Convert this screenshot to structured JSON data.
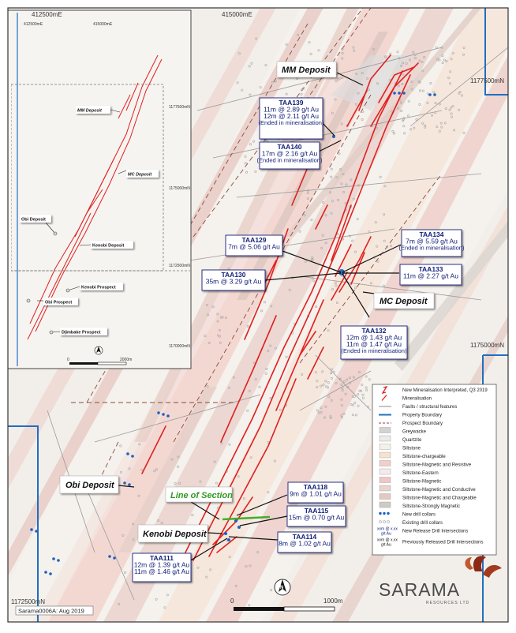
{
  "coords": {
    "top": [
      "412500mE",
      "415000mE"
    ],
    "right": [
      "1177500mN",
      "1175000mN"
    ],
    "left_bottom": "1172500mN",
    "inset_top": [
      "412500mE",
      "415000mE"
    ],
    "inset_right": [
      "1177500mN",
      "1175000mN",
      "1172500mN",
      "1170000mN"
    ]
  },
  "deposits": {
    "mm": "MM Deposit",
    "mc": "MC Deposit",
    "obi": "Obi Deposit",
    "kenobi": "Kenobi Deposit"
  },
  "line_of_section": "Line of Section",
  "inset_labels": {
    "mm": "MM Deposit",
    "mc": "MC Deposit",
    "obi": "Obi Deposit",
    "kenobi": "Kenobi Deposit",
    "kenobi_prospect": "Kenobi Prospect",
    "obi_prospect": "Obi Prospect",
    "djimbake": "Djimbake Prospect"
  },
  "inset_scale": {
    "zero": "0",
    "max": "2000m"
  },
  "main_scale": {
    "zero": "0",
    "max": "1000m"
  },
  "drill_holes": [
    {
      "id": "TAA139",
      "lines": [
        "11m @ 2.89 g/t Au",
        "12m @ 2.11 g/t Au"
      ],
      "note": "(Ended in mineralisation)"
    },
    {
      "id": "TAA140",
      "lines": [
        "17m @ 2.16 g/t Au"
      ],
      "note": "(Ended in mineralisation)"
    },
    {
      "id": "TAA129",
      "lines": [
        "7m @ 5.06 g/t Au"
      ],
      "note": ""
    },
    {
      "id": "TAA134",
      "lines": [
        "7m @ 5.59 g/t Au"
      ],
      "note": "(Ended in mineralisation)"
    },
    {
      "id": "TAA130",
      "lines": [
        "35m @ 3.29 g/t Au"
      ],
      "note": ""
    },
    {
      "id": "TAA133",
      "lines": [
        "11m @ 2.27 g/t Au"
      ],
      "note": ""
    },
    {
      "id": "TAA132",
      "lines": [
        "12m @ 1.43 g/t Au",
        "11m @ 1.47 g/t Au"
      ],
      "note": "(Ended in mineralisation)"
    },
    {
      "id": "TAA118",
      "lines": [
        "9m @ 1.01 g/t Au"
      ],
      "note": ""
    },
    {
      "id": "TAA115",
      "lines": [
        "15m @ 0.70 g/t Au"
      ],
      "note": ""
    },
    {
      "id": "TAA114",
      "lines": [
        "8m @ 1.02 g/t Au"
      ],
      "note": ""
    },
    {
      "id": "TAA111",
      "lines": [
        "12m @ 1.39 g/t Au",
        "11m @ 1.46 g/t Au"
      ],
      "note": ""
    }
  ],
  "legend": {
    "items": [
      {
        "label": "New Mineralisation Interpreted, Q3 2019",
        "symbol": "new-mineralisation",
        "color": "#e02020"
      },
      {
        "label": "Mineralisation",
        "symbol": "mineralisation",
        "color": "#e02020"
      },
      {
        "label": "Faults / structural features",
        "symbol": "line",
        "color": "#8a8a8a"
      },
      {
        "label": "Property Boundary",
        "symbol": "line",
        "color": "#1f6fc0"
      },
      {
        "label": "Prospect Boundary",
        "symbol": "dashed",
        "color": "#8b4a3a"
      },
      {
        "label": "Greywacke",
        "symbol": "swatch",
        "color": "#d2d2d2"
      },
      {
        "label": "Quartzite",
        "symbol": "swatch",
        "color": "#ebebeb"
      },
      {
        "label": "Siltstone",
        "symbol": "swatch",
        "color": "#f5f0ea"
      },
      {
        "label": "Siltstone-chargeable",
        "symbol": "swatch",
        "color": "#f6e2cf"
      },
      {
        "label": "Siltstone-Magnetic and Resistive",
        "symbol": "swatch",
        "color": "#f2cfc8"
      },
      {
        "label": "Siltstone-Eastern",
        "symbol": "swatch",
        "color": "#f7eaea"
      },
      {
        "label": "Siltstone-Magnetic",
        "symbol": "swatch",
        "color": "#efc6c6"
      },
      {
        "label": "Siltstone-Magnetic and Conductive",
        "symbol": "swatch",
        "color": "#e8d3cf"
      },
      {
        "label": "Siltstone-Magnetic and Chargeable",
        "symbol": "swatch",
        "color": "#e3c9bd"
      },
      {
        "label": "Siltstone-Strongly Magnetic",
        "symbol": "swatch",
        "color": "#cfcac6"
      },
      {
        "label": "New drill collars",
        "symbol": "blue-dots",
        "color": "#1f5fbf"
      },
      {
        "label": "Existing drill collars",
        "symbol": "grey-dots",
        "color": "#9a9a9a"
      },
      {
        "label": "New Release Drill Intersections",
        "symbol": "new-intersection",
        "color": "#14207a",
        "glyph": "xxm @ x.xx g/t Au"
      },
      {
        "label": "Previously Released Drill Intersections",
        "symbol": "old-intersection",
        "color": "#111111",
        "glyph": "xxm @ x.xx g/t Au"
      }
    ]
  },
  "logo": {
    "name": "SARAMA",
    "sub": "RESOURCES LTD"
  },
  "footer": "Sarama0006A: Aug 2019",
  "colors": {
    "property_boundary": "#1f6fc0",
    "mineralisation": "#e02020",
    "label_blue": "#14207a",
    "section_line": "#3fae2a"
  }
}
